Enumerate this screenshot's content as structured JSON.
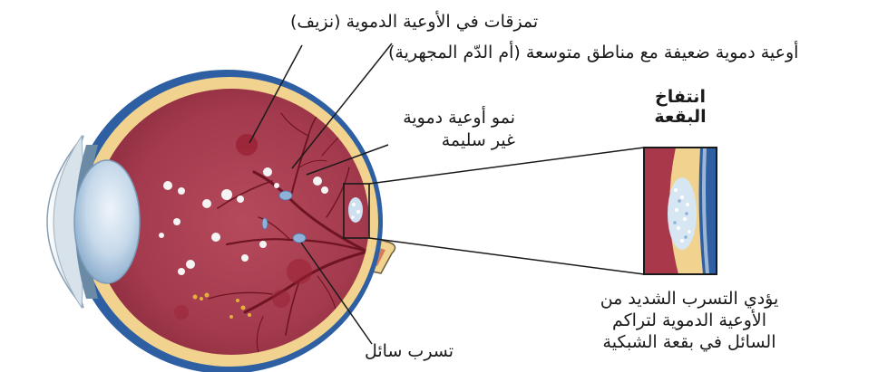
{
  "labels": {
    "hemorrhage": "تمزقات في الأوعية الدموية (نزيف)",
    "microaneurysm": "أوعية دموية ضعيفة مع مناطق متوسعة (أم الدّم المجهرية)",
    "neovascularization_line1": "نمو أوعية دموية",
    "neovascularization_line2": "غير سليمة",
    "macular_edema_line1": "انتفاخ",
    "macular_edema_line2": "البقعة",
    "fluid_leak": "تسرب سائل",
    "leak_effect_line1": "يؤدي التسرب الشديد من",
    "leak_effect_line2": "الأوعية الدموية لتراكم",
    "leak_effect_line3": "السائل في بقعة الشبكية"
  },
  "colors": {
    "sclera_blue": "#2f5fa3",
    "retina_red": "#a8384a",
    "choroid_yellow": "#f1d28e",
    "lens": "#c9dbe8",
    "exudate": "#f4f4f4",
    "fluid": "#8fb1d8"
  }
}
